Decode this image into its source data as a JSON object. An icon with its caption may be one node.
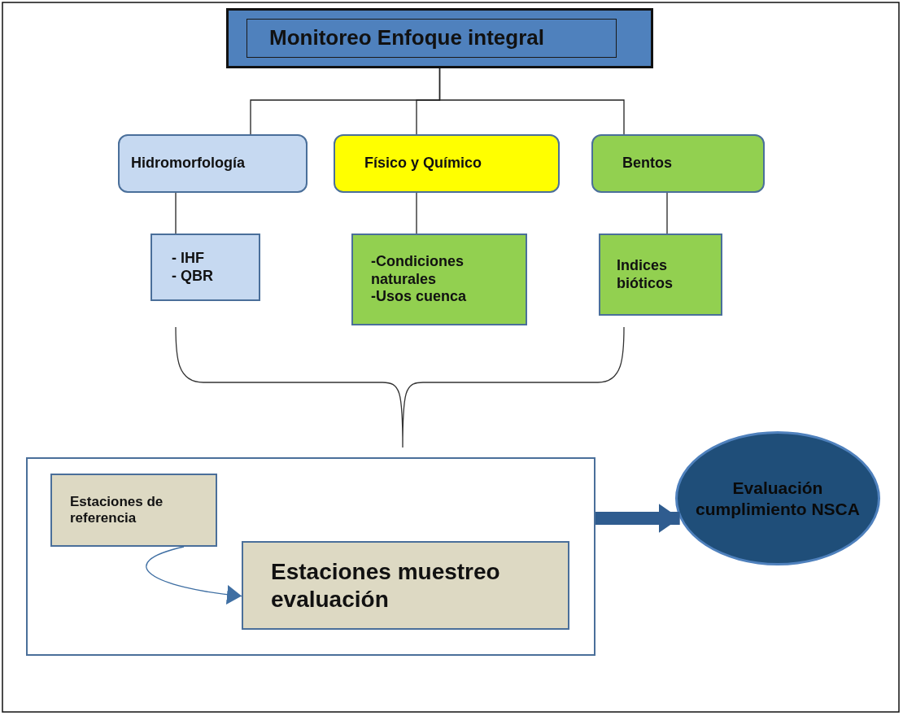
{
  "diagram": {
    "nodes": [
      {
        "text": [
          "Monitoreo Enfoque integral"
        ]
      },
      {
        "text": [
          "Hidromorfología"
        ]
      },
      {
        "text": [
          "Físico y  Químico"
        ]
      },
      {
        "text": [
          "Bentos"
        ]
      },
      {
        "text": [
          "- IHF",
          "- QBR"
        ]
      },
      {
        "text": [
          "-Condiciones naturales",
          "-Usos cuenca"
        ]
      },
      {
        "text": [
          "Indices bióticos"
        ]
      },
      {
        "text": [],
        "shape": "box"
      },
      {
        "text": [
          "Estaciones de referencia"
        ],
        "in": 7
      },
      {
        "text": [
          "Estaciones muestreo evaluación"
        ],
        "in": 7
      },
      {
        "text": [
          "Evaluación cumplimiento NSCA"
        ]
      }
    ],
    "edges": [
      {
        "from": 0,
        "to": 1,
        "arrow": "none"
      },
      {
        "from": 0,
        "to": 2,
        "arrow": "none"
      },
      {
        "from": 0,
        "to": 3,
        "arrow": "none"
      },
      {
        "from": 1,
        "to": 4,
        "arrow": "none"
      },
      {
        "from": 2,
        "to": 5,
        "arrow": "none"
      },
      {
        "from": 3,
        "to": 6,
        "arrow": "none"
      },
      {
        "from": 8,
        "to": 9,
        "arrow": "to",
        "color": "#3f6fa3"
      },
      {
        "from": 7,
        "to": 10,
        "arrow": "to",
        "style": "thick",
        "color": "#2f5c8f"
      }
    ]
  }
}
